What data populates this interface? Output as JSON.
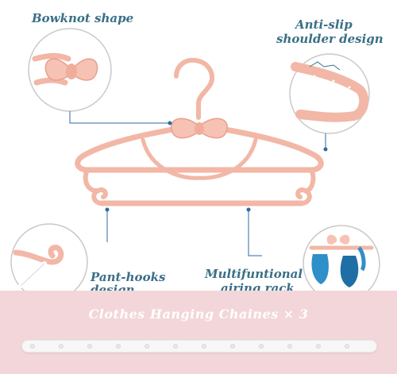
{
  "features": {
    "bowknot_label": "Bowknot shape",
    "antislip_label_line1": "Anti-slip",
    "antislip_label_line2": "shoulder design",
    "panthooks_label_line1": "Pant-hooks",
    "panthooks_label_line2": "design",
    "airing_label_line1": "Multifuntional",
    "airing_label_line2": "airing rack"
  },
  "banner": {
    "text": "Clothes Hanging Chaines × 3"
  },
  "colors": {
    "hanger": "#f2b7a6",
    "hanger_dark": "#e7a08d",
    "label_text": "#3a6f86",
    "leader_line": "#2f6aa0",
    "banner_bg": "#f3d6d9",
    "cloth_blue": "#2f8fc8"
  }
}
